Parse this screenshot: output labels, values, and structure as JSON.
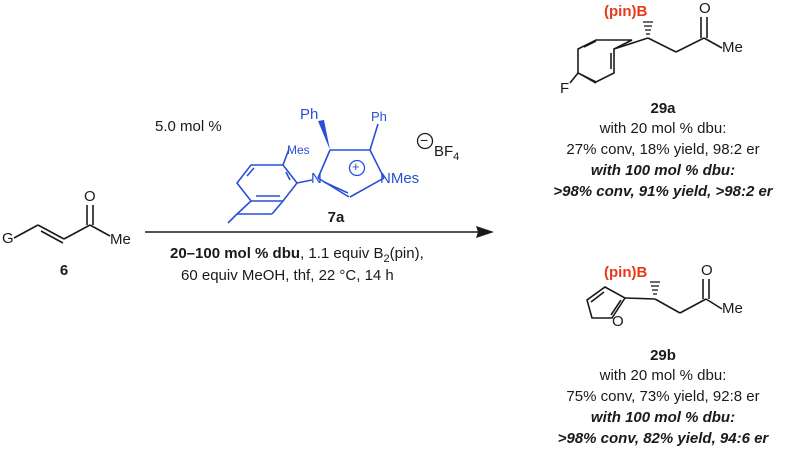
{
  "catalyst": {
    "loading": "5.0 mol %",
    "ph_left": "Ph",
    "ph_right": "Ph",
    "mes_top": "Mes",
    "n_left": "N",
    "n_right": "NMes",
    "plus": "+",
    "minus": "−",
    "counterion": "BF",
    "counterion_sub": "4",
    "label": "7a"
  },
  "substrate": {
    "g": "G",
    "o": "O",
    "me": "Me",
    "label": "6"
  },
  "conditions": {
    "bold_part": "20–100 mol % dbu",
    "line1_rest": ", 1.1 equiv B",
    "b_sub": "2",
    "line1_end": "(pin),",
    "line2": "60 equiv MeOH, thf, 22 °C, 14 h"
  },
  "product_a": {
    "pinb": "(pin)B",
    "o": "O",
    "me": "Me",
    "f": "F",
    "label": "29a",
    "line1": "with 20 mol % dbu:",
    "line2": "27% conv, 18% yield, 98:2 er",
    "line3": "with 100 mol % dbu:",
    "line4": ">98% conv, 91% yield, >98:2 er"
  },
  "product_b": {
    "pinb": "(pin)B",
    "o": "O",
    "me": "Me",
    "ring_o": "O",
    "label": "29b",
    "line1": "with 20 mol % dbu:",
    "line2": "75% conv, 73% yield, 92:8 er",
    "line3": "with 100 mol % dbu:",
    "line4": ">98% conv, 82% yield, 94:6 er"
  },
  "colors": {
    "bonds": "#1a1a1a",
    "catalyst": "#2a4fd6",
    "boron": "#e8391b"
  }
}
